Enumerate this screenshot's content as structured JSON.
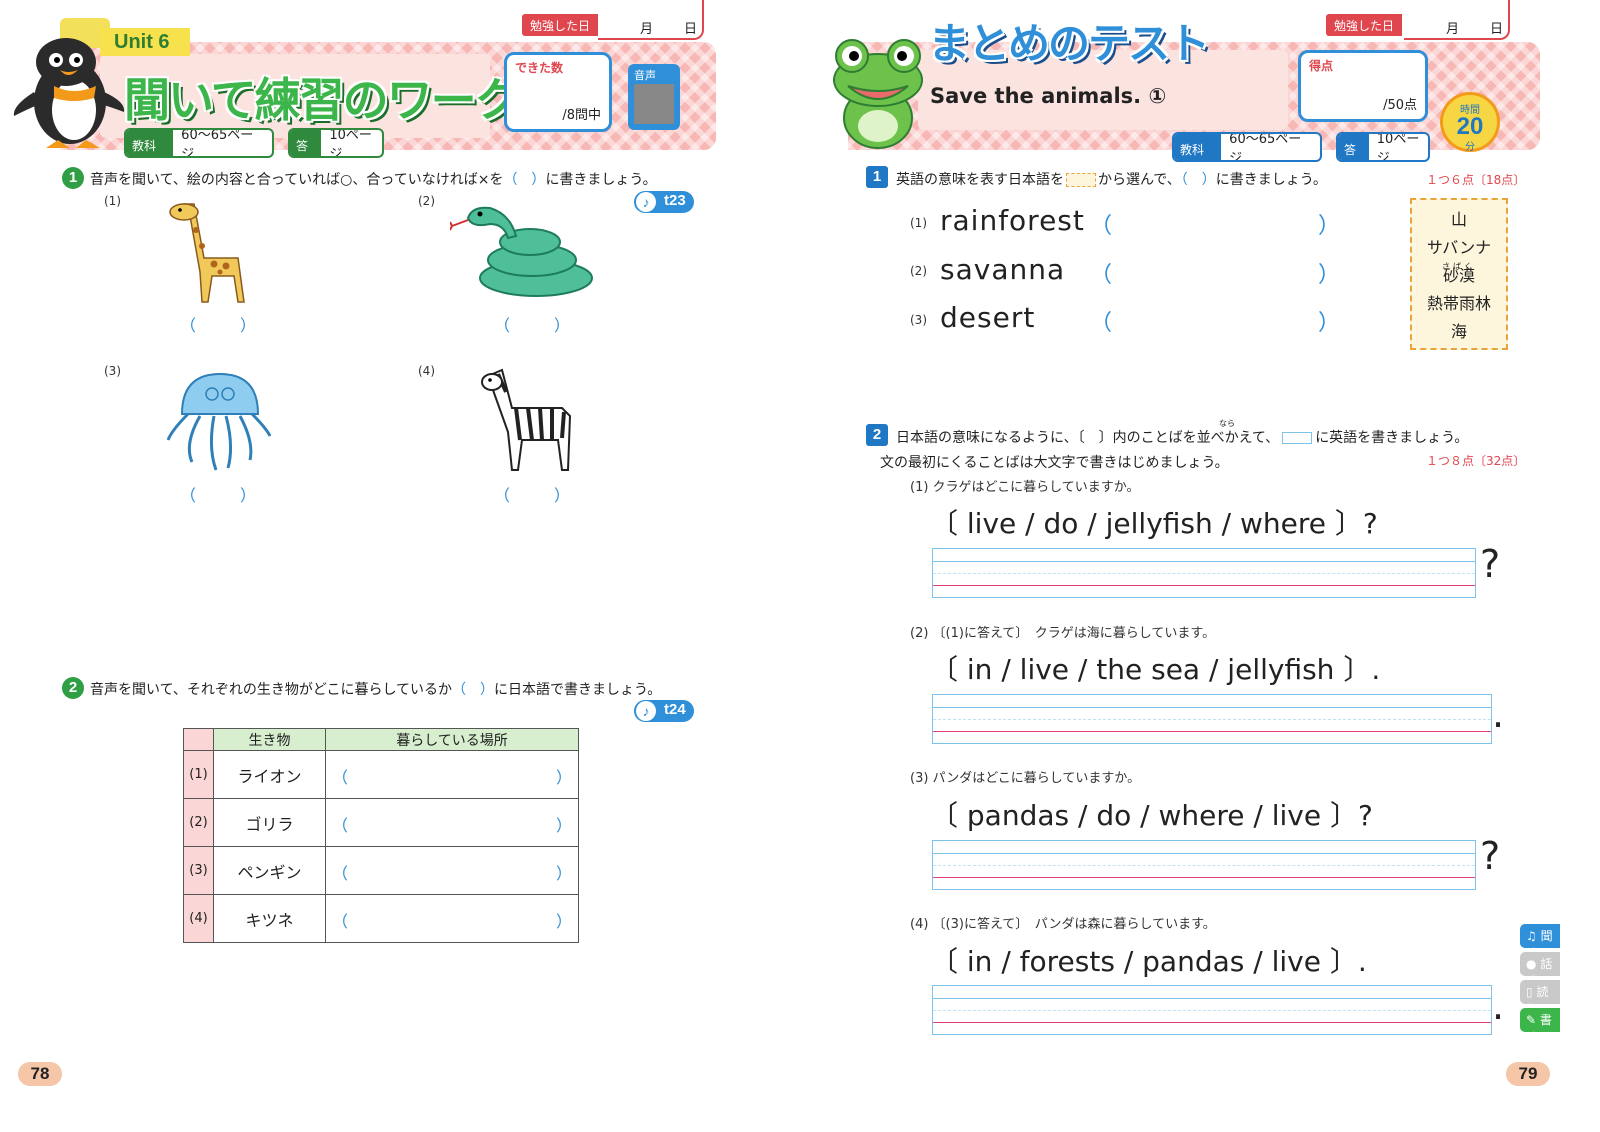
{
  "left": {
    "unit": "Unit 6",
    "title": "聞いて練習のワーク",
    "studied_label": "勉強した日",
    "month": "月",
    "day": "日",
    "score_label": "できた数",
    "score_value": "/8問中",
    "audio_label": "音声",
    "textbook_label": "教科書",
    "textbook_pages": "60～65ページ",
    "answer_label": "答え",
    "answer_page": "10ページ",
    "q1": {
      "num": "1",
      "text_a": "音声を聞いて、絵の内容と合っていれば○、合っていなければ×を",
      "paren": "（　）",
      "text_b": "に書きましょう。",
      "track": "t23",
      "items": [
        "(1)",
        "(2)",
        "(3)",
        "(4)"
      ]
    },
    "q2": {
      "num": "2",
      "text_a": "音声を聞いて、それぞれの生き物がどこに暮らしているか",
      "paren": "（　）",
      "text_b": "に日本語で書きましょう。",
      "track": "t24",
      "head": [
        "生き物",
        "暮らしている場所"
      ],
      "rows": [
        {
          "n": "(1)",
          "a": "ライオン"
        },
        {
          "n": "(2)",
          "a": "ゴリラ"
        },
        {
          "n": "(3)",
          "a": "ペンギン"
        },
        {
          "n": "(4)",
          "a": "キツネ"
        }
      ]
    },
    "open": "（",
    "close": "）",
    "page": "78"
  },
  "right": {
    "title": "まとめのテスト",
    "subtitle": "Save the animals. ①",
    "studied_label": "勉強した日",
    "month": "月",
    "day": "日",
    "score_label": "得点",
    "score_value": "/50点",
    "time_label": "時間",
    "time_value": "20",
    "time_unit": "分",
    "textbook_label": "教科書",
    "textbook_pages": "60～65ページ",
    "answer_label": "答え",
    "answer_page": "10ページ",
    "q1": {
      "num": "1",
      "text_a": "英語の意味を表す日本語を",
      "text_b": "から選んで、",
      "paren": "（　）",
      "text_c": "に書きましょう。",
      "points": "１つ６点〔18点〕",
      "items": [
        {
          "n": "(1)",
          "w": "rainforest"
        },
        {
          "n": "(2)",
          "w": "savanna"
        },
        {
          "n": "(3)",
          "w": "desert"
        }
      ],
      "choices": [
        "山",
        "サバンナ",
        "砂漠",
        "熱帯雨林",
        "海"
      ],
      "ruby": "さばく"
    },
    "q2": {
      "num": "2",
      "text_a": "日本語の意味になるように、〔　〕内のことばを並べかえて、",
      "text_b": "に英語を書きましょう。",
      "line2": "文の最初にくることばは大文字で書きはじめましょう。",
      "points": "１つ８点〔32点〕",
      "ruby": "なら",
      "items": [
        {
          "jp": "(1) クラゲはどこに暮らしていますか。",
          "en": "〔 live / do / jellyfish / where 〕?",
          "end": "?"
        },
        {
          "jp": "(2) 〔(1)に答えて〕　クラゲは海に暮らしています。",
          "en": "〔 in / live / the sea / jellyfish 〕.",
          "end": "."
        },
        {
          "jp": "(3) パンダはどこに暮らしていますか。",
          "en": "〔 pandas / do / where / live 〕?",
          "end": "?"
        },
        {
          "jp": "(4) 〔(3)に答えて〕　パンダは森に暮らしています。",
          "en": "〔 in / forests / pandas / live 〕.",
          "end": "."
        }
      ]
    },
    "side_tabs": [
      "聞く",
      "話す",
      "読む",
      "書く"
    ],
    "open": "（",
    "close": "）",
    "page": "79"
  }
}
